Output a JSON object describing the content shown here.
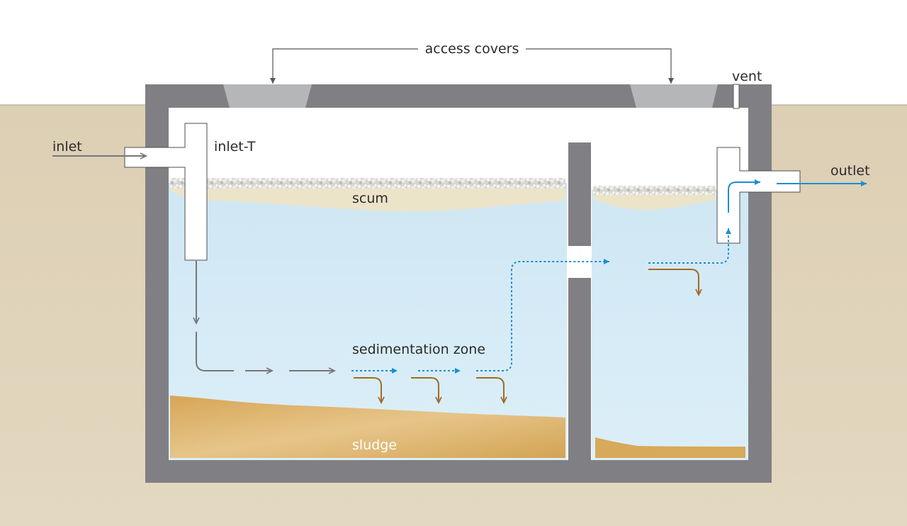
{
  "diagram": {
    "labels": {
      "access_covers": "access covers",
      "vent": "vent",
      "inlet": "inlet",
      "inlet_t": "inlet-T",
      "scum": "scum",
      "outlet": "outlet",
      "sedimentation_zone": "sedimentation zone",
      "sludge": "sludge"
    },
    "colors": {
      "sky": "#ffffff",
      "ground": "#dccfb4",
      "tank_wall": "#808084",
      "access_cover": "#b4b6b8",
      "water": "#d3eaf6",
      "scum": "#ece4c9",
      "sludge": "#d9ae5e",
      "flow_gray": "#77777b",
      "flow_blue": "#1a8fd0",
      "flow_brown": "#a26a25",
      "pipe_fill": "#ffffff",
      "pipe_stroke": "#4d4d4d"
    },
    "icons": [
      "flow-arrow",
      "sink-arrow",
      "leader-line"
    ]
  }
}
